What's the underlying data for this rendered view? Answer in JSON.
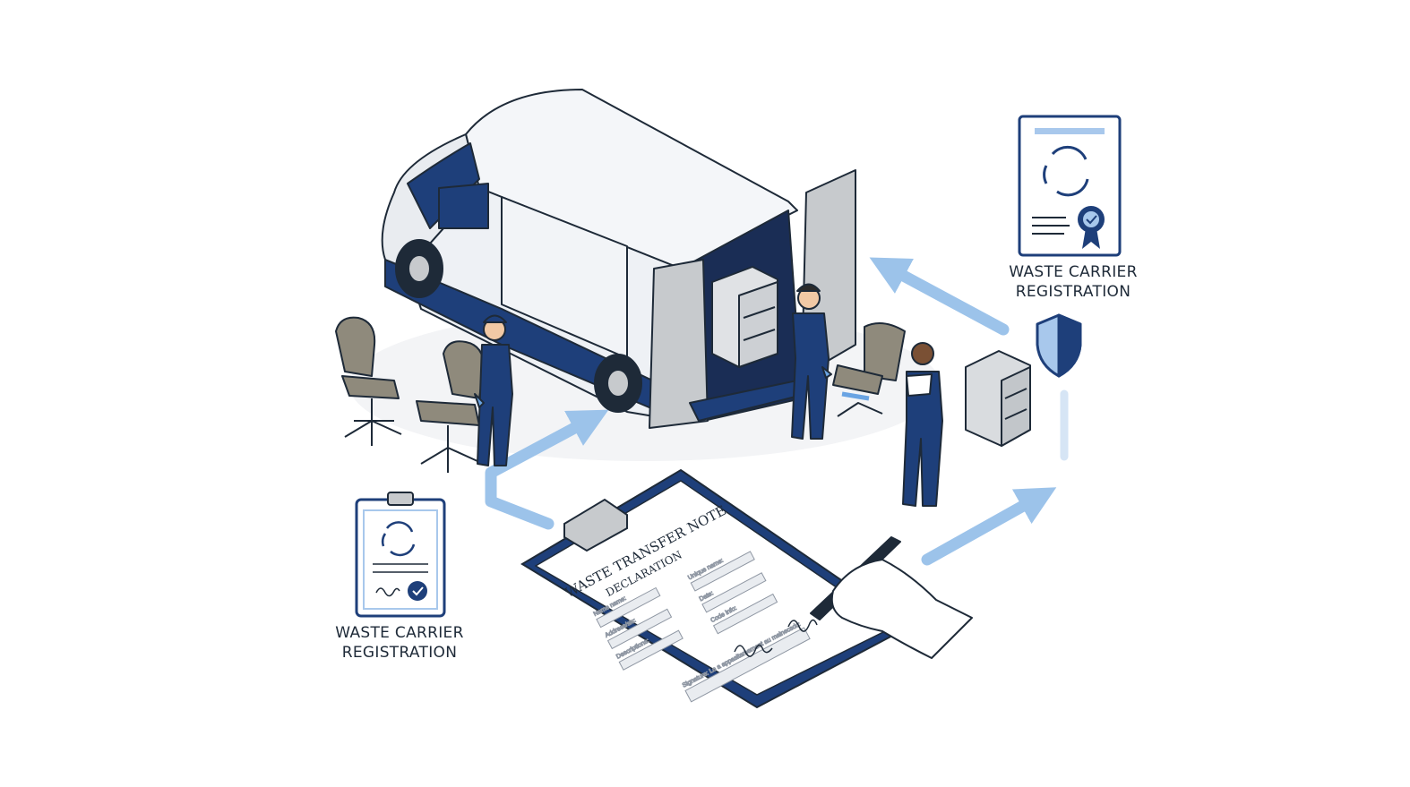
{
  "captions": {
    "right": {
      "line1": "WASTE CARRIER",
      "line2": "REGISTRATION"
    },
    "left": {
      "line1": "WASTE CARRIER",
      "line2": "REGISTRATION"
    }
  },
  "clipboard": {
    "title": "WASTE TRANSFER NOTE",
    "subtitle": "DECLARATION",
    "fields": {
      "f1": "Name name:",
      "f2": "Address/sic:",
      "f3": "Descriptions:",
      "f4": "Unique name:",
      "f5": "Date:",
      "f6": "Code info:",
      "f7": "Signature: Lo a appasitamement au mainecsdc:"
    }
  },
  "icons": {
    "badge_right": "certificate-icon",
    "shield": "shield-icon",
    "badge_left": "clipboard-certificate-icon",
    "recycle": "recycle-arrows-icon"
  },
  "colors": {
    "navy": "#1e3f7a",
    "light_blue": "#a8c8ec",
    "arrow_blue": "#9cc3ea",
    "grey_body": "#e9ecf0",
    "chair": "#8f8a7c"
  }
}
